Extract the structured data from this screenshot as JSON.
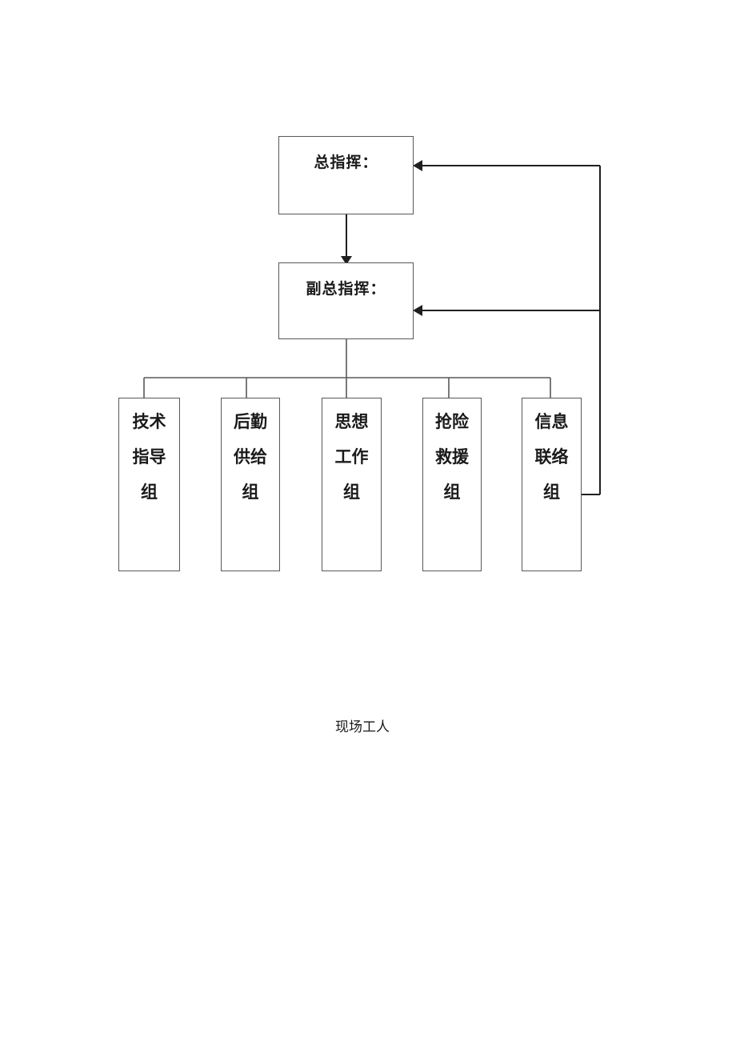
{
  "diagram": {
    "title_node": {
      "label": "总指挥："
    },
    "deputy_node": {
      "label": "副总指挥："
    },
    "groups": [
      {
        "id": "technical-guidance",
        "lines": [
          "技术",
          "指导",
          "组"
        ]
      },
      {
        "id": "logistics-supply",
        "lines": [
          "后勤",
          "供给",
          "组"
        ]
      },
      {
        "id": "ideological-work",
        "lines": [
          "思想",
          "工作",
          "组"
        ]
      },
      {
        "id": "emergency-rescue",
        "lines": [
          "抢险",
          "救援",
          "组"
        ]
      },
      {
        "id": "information-liaison",
        "lines": [
          "信息",
          "联络",
          "组"
        ]
      }
    ],
    "footer": {
      "label": "现场工人"
    },
    "colors": {
      "stroke": "#585858",
      "text": "#1a1a1a",
      "background": "#ffffff"
    }
  }
}
